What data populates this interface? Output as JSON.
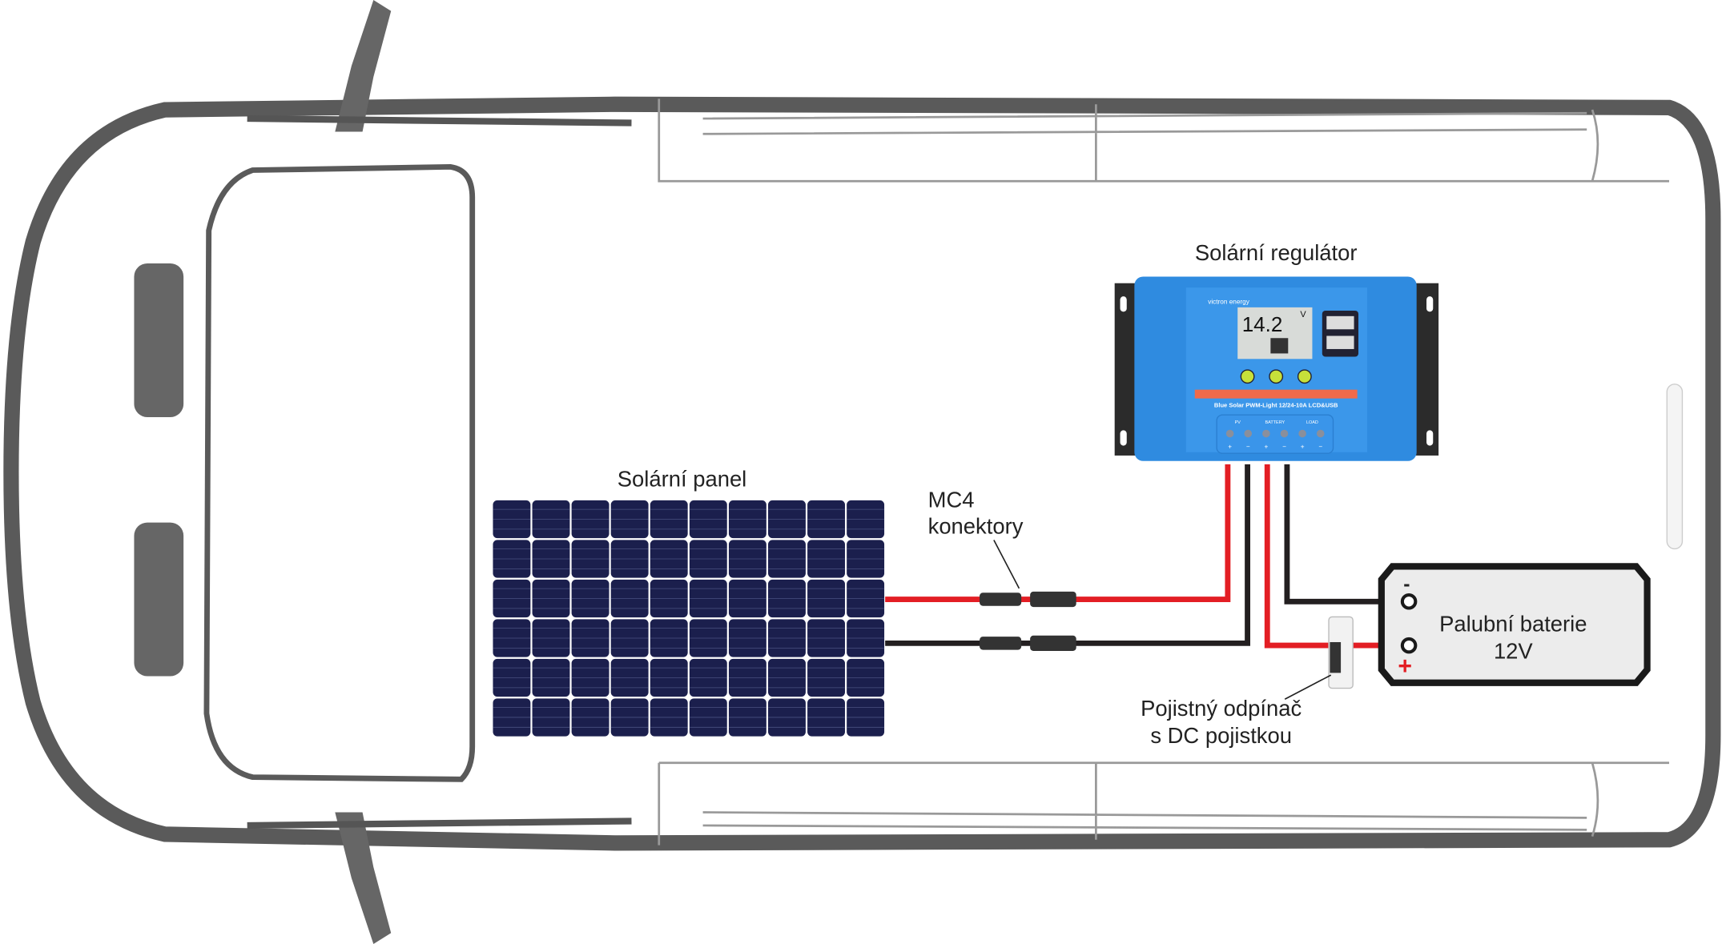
{
  "labels": {
    "controller": "Solární regulátor",
    "panel": "Solární panel",
    "mc4_line1": "MC4",
    "mc4_line2": "konektory",
    "battery_line1": "Palubní baterie",
    "battery_line2": "12V",
    "fuse_line1": "Pojistný odpínač",
    "fuse_line2": "s DC pojistkou",
    "battery_minus": "-",
    "battery_plus": "+"
  },
  "controller": {
    "brand": "victron energy",
    "display_value": "14.2",
    "display_unit": "V",
    "model": "Blue Solar PWM-Light 12/24-10A LCD&USB",
    "terminal_groups": [
      "PV",
      "BATTERY",
      "LOAD"
    ],
    "terminal_signs": [
      "+",
      "−",
      "+",
      "−",
      "+",
      "−"
    ]
  },
  "solar_panel": {
    "columns": 10,
    "rows": 6
  },
  "colors": {
    "wire_positive": "#e31e24",
    "wire_negative": "#231f20",
    "controller_blue": "#2f8be0",
    "panel_cell": "#1b1f4d",
    "van_outline": "#5a5a5a"
  }
}
